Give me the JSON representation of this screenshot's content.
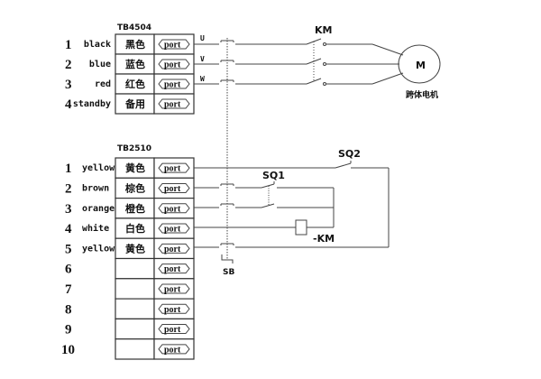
{
  "blocks": [
    {
      "title": "TB4504",
      "rows": [
        {
          "num": "1",
          "en": "black",
          "cn": "黑色",
          "port": "port",
          "phase": "U"
        },
        {
          "num": "2",
          "en": "blue",
          "cn": "蓝色",
          "port": "port",
          "phase": "V"
        },
        {
          "num": "3",
          "en": "red",
          "cn": "红色",
          "port": "port",
          "phase": "W"
        },
        {
          "num": "4",
          "en": "standby",
          "cn": "备用",
          "port": "port",
          "phase": ""
        }
      ]
    },
    {
      "title": "TB2510",
      "rows": [
        {
          "num": "1",
          "en": "yellow",
          "cn": "黄色",
          "port": "port"
        },
        {
          "num": "2",
          "en": "brown",
          "cn": "棕色",
          "port": "port"
        },
        {
          "num": "3",
          "en": "orange",
          "cn": "橙色",
          "port": "port"
        },
        {
          "num": "4",
          "en": "white",
          "cn": "白色",
          "port": "port"
        },
        {
          "num": "5",
          "en": "yellow",
          "cn": "黄色",
          "port": "port"
        },
        {
          "num": "6",
          "en": "",
          "cn": "",
          "port": "port"
        },
        {
          "num": "7",
          "en": "",
          "cn": "",
          "port": "port"
        },
        {
          "num": "8",
          "en": "",
          "cn": "",
          "port": "port"
        },
        {
          "num": "9",
          "en": "",
          "cn": "",
          "port": "port"
        },
        {
          "num": "10",
          "en": "",
          "cn": "",
          "port": "port"
        }
      ]
    }
  ],
  "labels": {
    "contactor": "KM",
    "motor": "M",
    "motor_name": "跨体电机",
    "sq1": "SQ1",
    "sq2": "SQ2",
    "coil": "-KM",
    "sb": "SB"
  }
}
